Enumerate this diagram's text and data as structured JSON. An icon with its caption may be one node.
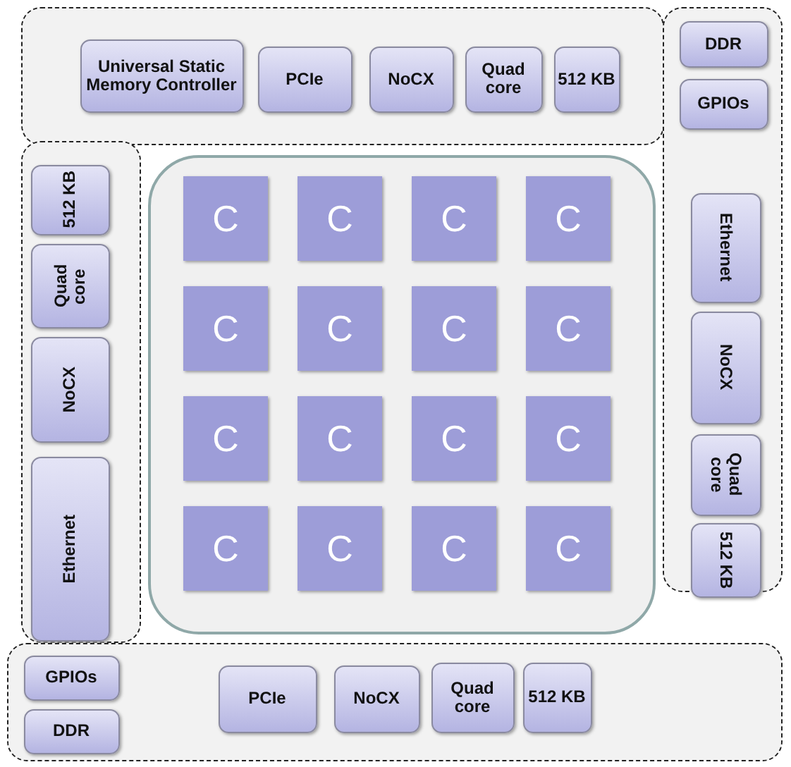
{
  "diagram": {
    "nodes": [
      {
        "text": [],
        "shape": "box"
      },
      {
        "text": [
          "Universal Static Memory Controller"
        ],
        "in": 0
      },
      {
        "text": [
          "PCIe"
        ],
        "in": 0
      },
      {
        "text": [
          "NoCX"
        ],
        "in": 0
      },
      {
        "text": [
          "Quad core"
        ],
        "in": 0
      },
      {
        "text": [
          "512 KB"
        ],
        "in": 0
      },
      {
        "text": [],
        "shape": "box"
      },
      {
        "text": [
          "DDR"
        ],
        "in": 6
      },
      {
        "text": [
          "GPIOs"
        ],
        "in": 6
      },
      {
        "text": [
          "Ethernet"
        ],
        "in": 6
      },
      {
        "text": [
          "NoCX"
        ],
        "in": 6
      },
      {
        "text": [
          "Quad core"
        ],
        "in": 6
      },
      {
        "text": [
          "512 KB"
        ],
        "in": 6
      },
      {
        "text": [],
        "shape": "box"
      },
      {
        "text": [
          "512 KB"
        ],
        "in": 13
      },
      {
        "text": [
          "Quad core"
        ],
        "in": 13
      },
      {
        "text": [
          "NoCX"
        ],
        "in": 13
      },
      {
        "text": [
          "Ethernet"
        ],
        "in": 13
      },
      {
        "text": [],
        "shape": "box"
      },
      {
        "text": [
          "GPIOs"
        ],
        "in": 18
      },
      {
        "text": [
          "DDR"
        ],
        "in": 18
      },
      {
        "text": [
          "PCIe"
        ],
        "in": 18
      },
      {
        "text": [
          "NoCX"
        ],
        "in": 18
      },
      {
        "text": [
          "Quad core"
        ],
        "in": 18
      },
      {
        "text": [
          "512 KB"
        ],
        "in": 18
      },
      {
        "text": [],
        "shape": "box"
      },
      {
        "text": [
          "C"
        ],
        "in": 25
      },
      {
        "text": [
          "C"
        ],
        "in": 25
      },
      {
        "text": [
          "C"
        ],
        "in": 25
      },
      {
        "text": [
          "C"
        ],
        "in": 25
      },
      {
        "text": [
          "C"
        ],
        "in": 25
      },
      {
        "text": [
          "C"
        ],
        "in": 25
      },
      {
        "text": [
          "C"
        ],
        "in": 25
      },
      {
        "text": [
          "C"
        ],
        "in": 25
      },
      {
        "text": [
          "C"
        ],
        "in": 25
      },
      {
        "text": [
          "C"
        ],
        "in": 25
      },
      {
        "text": [
          "C"
        ],
        "in": 25
      },
      {
        "text": [
          "C"
        ],
        "in": 25
      },
      {
        "text": [
          "C"
        ],
        "in": 25
      },
      {
        "text": [
          "C"
        ],
        "in": 25
      },
      {
        "text": [
          "C"
        ],
        "in": 25
      },
      {
        "text": [
          "C"
        ],
        "in": 25
      }
    ],
    "edges": []
  }
}
